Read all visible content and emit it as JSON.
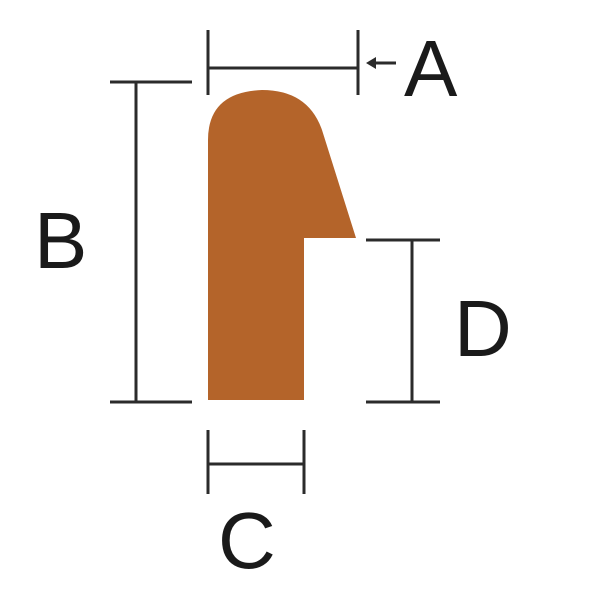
{
  "colors": {
    "profile_fill": "#B4642A",
    "line": "#2b2b2b",
    "label": "#1a1a1a",
    "background": "#ffffff"
  },
  "labels": {
    "a": "A",
    "b": "B",
    "c": "C",
    "d": "D"
  }
}
